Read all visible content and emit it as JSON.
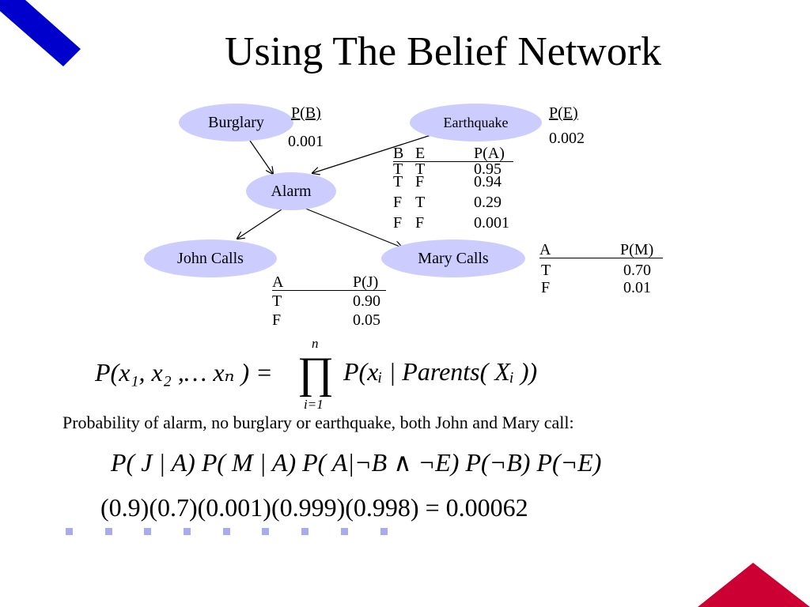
{
  "title": "Using The Belief Network",
  "nodes": {
    "burglary": "Burglary",
    "earthquake": "Earthquake",
    "alarm": "Alarm",
    "john": "John Calls",
    "mary": "Mary Calls"
  },
  "cpt_b": {
    "header": "P(B)",
    "value": "0.001"
  },
  "cpt_e": {
    "header": "P(E)",
    "value": "0.002"
  },
  "cpt_a": {
    "headers": [
      "B",
      "E",
      "P(A)"
    ],
    "rows": [
      [
        "T",
        "T",
        "0.95"
      ],
      [
        "T",
        "F",
        "0.94"
      ],
      [
        "F",
        "T",
        "0.29"
      ],
      [
        "F",
        "F",
        "0.001"
      ]
    ]
  },
  "cpt_j": {
    "headers": [
      "A",
      "P(J)"
    ],
    "rows": [
      [
        "T",
        "0.90"
      ],
      [
        "F",
        "0.05"
      ]
    ]
  },
  "cpt_m": {
    "headers": [
      "A",
      "P(M)"
    ],
    "rows": [
      [
        "T",
        "0.70"
      ],
      [
        "F",
        "0.01"
      ]
    ]
  },
  "formula": {
    "lhs": "P(x₁, x₂ ,… xₙ ) =",
    "prod_top": "n",
    "prod_bottom": "i=1",
    "rhs": "P(xᵢ | Parents( Xᵢ ))"
  },
  "caption": "Probability of alarm, no burglary or earthquake, both John and Mary call:",
  "expression": "P( J | A) P( M | A) P( A|¬B ∧ ¬E) P(¬B) P(¬E)",
  "numeric": "(0.9)(0.7)(0.001)(0.999)(0.998) = 0.00062",
  "colors": {
    "node_fill": "#ccccff",
    "corner_blue": "#0000cc",
    "corner_red": "#cc0033",
    "dots": "#aaaaee"
  }
}
